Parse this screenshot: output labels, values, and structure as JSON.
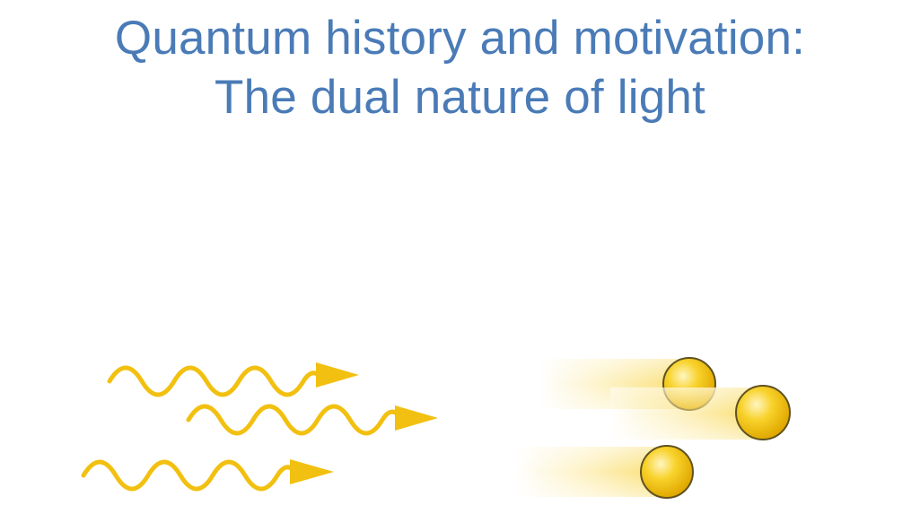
{
  "slide": {
    "title_line1": "Quantum history and motivation:",
    "title_line2": "The dual nature of light"
  },
  "colors": {
    "title": "#4a7bb7",
    "wave": "#f2c010",
    "particle_fill": "#f5c518",
    "particle_highlight": "#fff3b0",
    "particle_outline": "#6b5a1a",
    "trail": "#fbe27a"
  },
  "illustration": {
    "waves": {
      "count": 3,
      "icon": "wave-arrow-icon"
    },
    "particles": {
      "count": 3,
      "icon": "particle-icon"
    }
  }
}
